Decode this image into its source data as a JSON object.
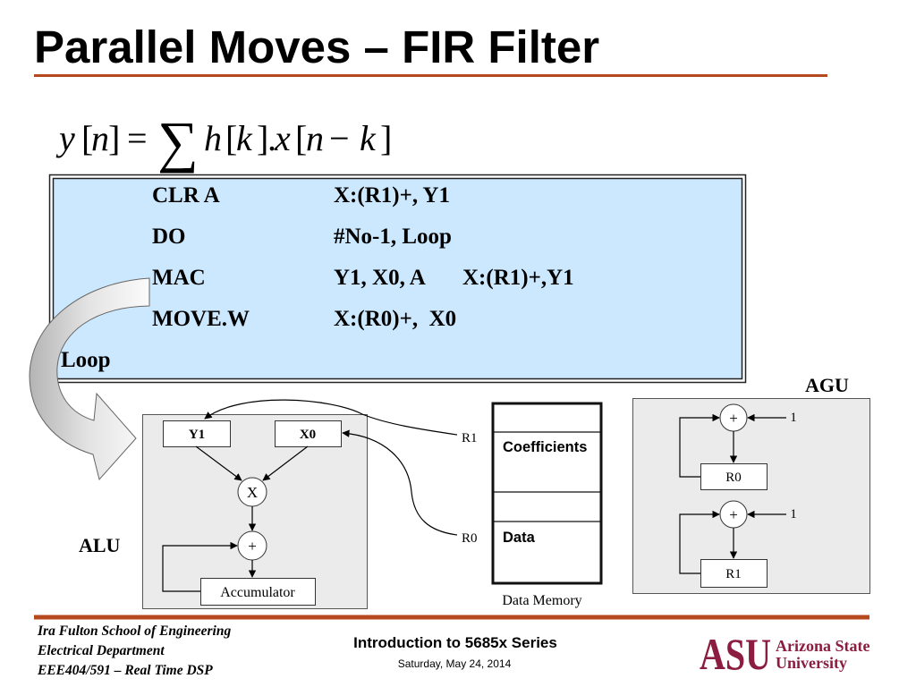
{
  "slide": {
    "title": "Parallel Moves – FIR Filter",
    "accent_color": "#B5481D"
  },
  "equation": {
    "tokens": [
      "y",
      "[",
      "n",
      "]",
      "=",
      "∑",
      "h",
      "[",
      "k",
      "]",
      ".",
      "x",
      "[",
      "n",
      "−",
      "k",
      "]"
    ]
  },
  "code_box": {
    "lines": [
      {
        "op": "CLR A",
        "args": "X:(R1)+, Y1"
      },
      {
        "op": "DO",
        "args": "#No-1, Loop"
      },
      {
        "op": "MAC",
        "args": "Y1, X0, A",
        "parallel_move": "X:(R1)+,Y1"
      },
      {
        "op": "MOVE.W",
        "args": "X:(R0)+,  X0"
      }
    ],
    "loop_label": "Loop",
    "fill_color": "#CCE8FE"
  },
  "diagram": {
    "box_fill": "#EBEBEB",
    "alu": {
      "label": "ALU",
      "register_y": "Y1",
      "register_x": "X0",
      "multiplier_symbol": "X",
      "adder_symbol": "+",
      "accumulator": "Accumulator"
    },
    "data_memory": {
      "label": "Data Memory",
      "coefficients": "Coefficients",
      "data": "Data",
      "pointer_coefficients": "R1",
      "pointer_data": "R0"
    },
    "agu": {
      "label": "AGU",
      "units": [
        {
          "adder_symbol": "+",
          "increment": "1",
          "register": "R0"
        },
        {
          "adder_symbol": "+",
          "increment": "1",
          "register": "R1"
        }
      ]
    }
  },
  "footer": {
    "school": "Ira Fulton School of Engineering",
    "department": "Electrical Department",
    "course": "EEE404/591 – Real Time DSP",
    "presentation_title": "Introduction to 5685x Series",
    "date": "Saturday, May 24, 2014",
    "logo": {
      "mark": "ASU",
      "name_line1": "Arizona State",
      "name_line2": "University",
      "color": "#8C1D40"
    }
  }
}
